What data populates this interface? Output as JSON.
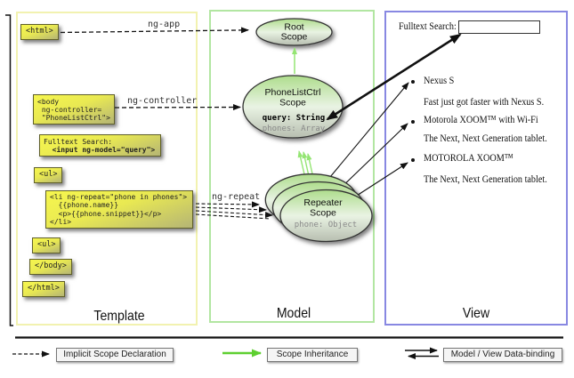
{
  "columns": {
    "template": {
      "label": "Template"
    },
    "model": {
      "label": "Model"
    },
    "view": {
      "label": "View"
    }
  },
  "template": {
    "chips": {
      "html_open": {
        "lines": [
          "<html>"
        ]
      },
      "body_open": {
        "lines": [
          "<body",
          " ng-controller=",
          " \"PhoneListCtrl\">"
        ]
      },
      "fulltext": {
        "lines": [
          "Fulltext Search:",
          "  <input ng-model=\"query\">"
        ]
      },
      "ul_open": {
        "lines": [
          "<ul>"
        ]
      },
      "li_repeat": {
        "lines": [
          "<li ng-repeat=\"phone in phones\">",
          "  {{phone.name}}",
          "  <p>{{phone.snippet}}</p>",
          "</li>"
        ]
      },
      "ul_close": {
        "lines": [
          "<ul>"
        ]
      },
      "body_close": {
        "lines": [
          "</body>"
        ]
      },
      "html_close": {
        "lines": [
          "</html>"
        ]
      }
    }
  },
  "labels": {
    "ng_app": "ng-app",
    "ng_controller": "ng-controller",
    "ng_repeat": "ng-repeat"
  },
  "scopes": {
    "root": {
      "line1": "Root",
      "line2": "Scope"
    },
    "phonelist": {
      "line1": "PhoneListCtrl",
      "line2": "Scope",
      "prop1": "query: String",
      "prop2": "phones: Array"
    },
    "repeater": {
      "line1": "Repeater",
      "line2": "Scope",
      "prop1": "phone: Object"
    }
  },
  "view": {
    "search_label": "Fulltext Search:",
    "search_value": "",
    "items": [
      {
        "title": "Nexus S",
        "desc": "Fast just got faster with Nexus S."
      },
      {
        "title": "Motorola XOOM™ with Wi-Fi",
        "desc": "The Next, Next Generation tablet."
      },
      {
        "title": "MOTOROLA XOOM™",
        "desc": "The Next, Next Generation tablet."
      }
    ]
  },
  "legend": {
    "implicit": "Implicit Scope Declaration",
    "inheritance": "Scope Inheritance",
    "binding": "Model / View Data-binding"
  },
  "colors": {
    "template_border": "#f2f2b0",
    "model_border": "#b2e6a2",
    "view_border": "#8888e2",
    "chip_top": "#f6f64e",
    "chip_mid": "#e9e952",
    "chip_bottom": "#b5b575",
    "scope_top": "#aedd8c",
    "scope_mid": "#e9f3e3",
    "scope_bottom": "#b7beb0",
    "green_arrow": "#94e573",
    "legend_green": "#5ecf30"
  }
}
